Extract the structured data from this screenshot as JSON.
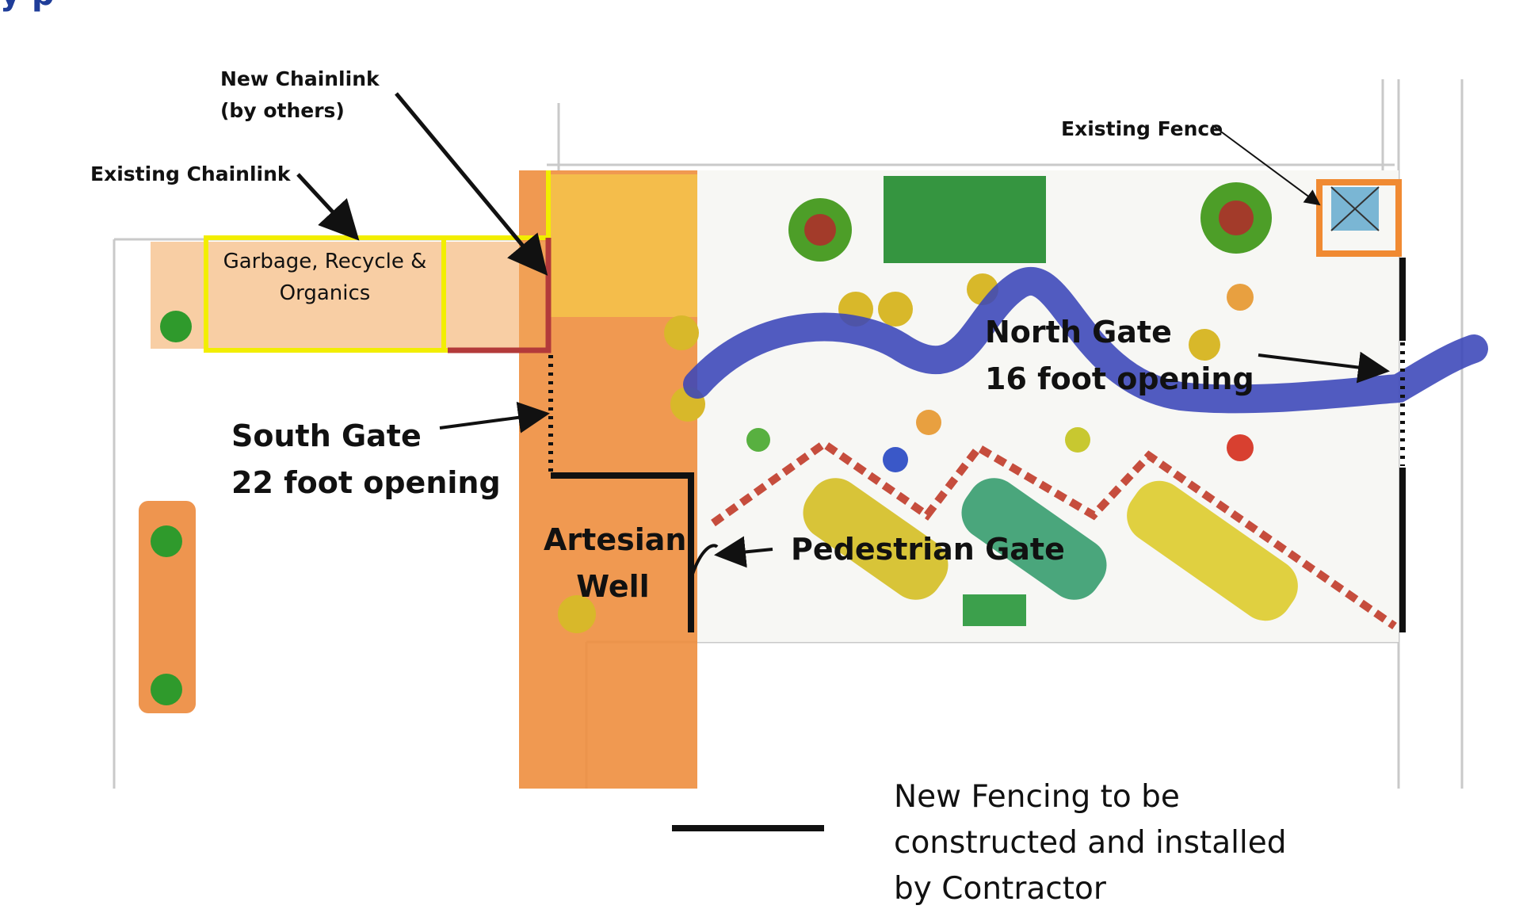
{
  "header": {
    "title_fragment": "y p"
  },
  "labels": {
    "new_chainlink": [
      "New Chainlink",
      "(by others)"
    ],
    "existing_chainlink": "Existing Chainlink",
    "existing_fence": "Existing Fence",
    "garbage_area": [
      "Garbage, Recycle &",
      "Organics"
    ],
    "north_gate": [
      "North Gate",
      "16 foot opening"
    ],
    "south_gate": [
      "South Gate",
      "22 foot opening"
    ],
    "artesian_well": [
      "Artesian",
      "Well"
    ],
    "pedestrian_gate": "Pedestrian Gate"
  },
  "legend": {
    "text": [
      "New Fencing to be",
      "constructed and installed",
      "by Contractor"
    ]
  },
  "colors": {
    "header_blue": "#1f3d99",
    "chainlink_new": "#f2ee00",
    "chainlink_existing": "#b33a3a",
    "existing_fence": "#f08a32",
    "new_fencing": "#111111",
    "creek": "#3a45b8",
    "pathway": "#ee8e3e",
    "lawn": "#1f8a2c"
  }
}
